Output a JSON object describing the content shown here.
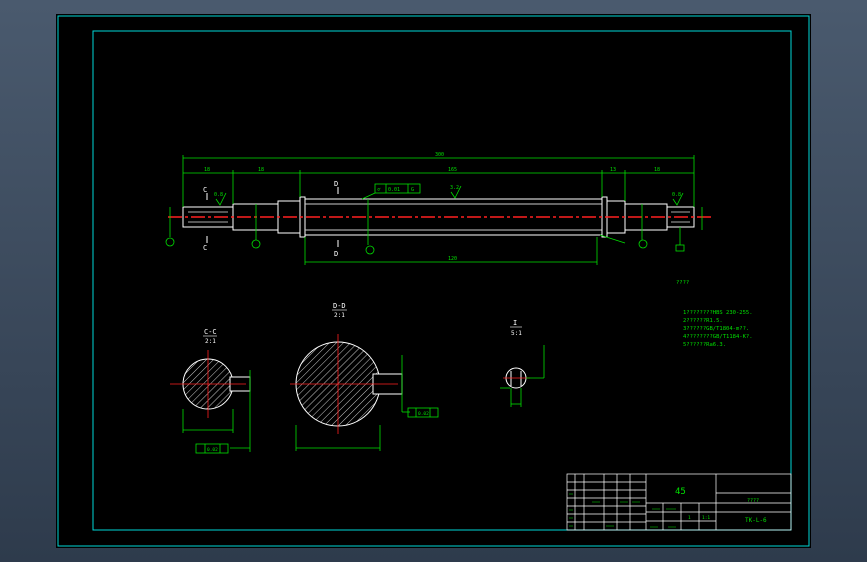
{
  "colors": {
    "background": "#000000",
    "frame": "#00d8d8",
    "part": "#ffffff",
    "center_line": "#ff2020",
    "dimension": "#00e000",
    "hatch": "#ffffff",
    "text": "#00e000"
  },
  "main_view": {
    "dims": {
      "overall": "300",
      "seg1": "18",
      "seg2": "18",
      "middle": "165",
      "right1": "13",
      "right2": "18",
      "bottom": "120"
    },
    "labels": {
      "section_c_top": "C",
      "section_c_bottom": "C",
      "section_d_top": "D",
      "section_d_bottom": "D",
      "roughness_left": "0.8",
      "roughness_mid": "3.2",
      "roughness_right": "0.8",
      "tolerance_sym": "⌭",
      "tolerance_val": "0.01",
      "tolerance_ref": "G"
    }
  },
  "section_cc": {
    "title": "C-C",
    "scale": "2:1",
    "tol": "0.02"
  },
  "section_dd": {
    "title": "D-D",
    "scale": "2:1",
    "tol": "0.02"
  },
  "detail_i": {
    "title": "I",
    "scale": "5:1"
  },
  "notes": {
    "title": "????",
    "lines": [
      "1????????HBS 230-255.",
      "2??????R1.5.",
      "3??????GB/T1804-m??.",
      "4????????GB/T1184-K?.",
      "5??????Ra6.3."
    ]
  },
  "title_block": {
    "material": "45",
    "name": "????",
    "drawing_no": "TK-L-6",
    "scale": "1:1",
    "sheet": "1"
  }
}
